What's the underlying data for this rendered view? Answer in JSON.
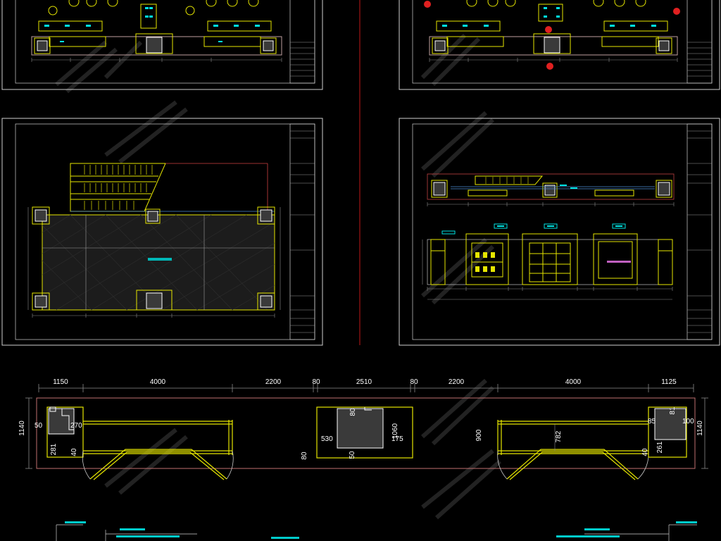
{
  "colors": {
    "background": "#000000",
    "frame": "#e8e8e8",
    "wall": "#e6e600",
    "fixture": "#00e5e5",
    "accent_red": "#e02020",
    "dim_line": "#8a8a8a",
    "dim_text": "#ffffff",
    "fill_gray": "#3a3a3a",
    "watermark": "#2a2a2a"
  },
  "sheets": [
    {
      "id": "plan-top-left",
      "kind": "counter-plan"
    },
    {
      "id": "plan-top-right",
      "kind": "counter-plan"
    },
    {
      "id": "plan-mid-left",
      "kind": "escalator-floor-plan"
    },
    {
      "id": "plan-mid-right",
      "kind": "elevation"
    }
  ],
  "main_plan": {
    "top_dimensions": [
      "1150",
      "4000",
      "2200",
      "80",
      "2510",
      "80",
      "2200",
      "4000",
      "1125"
    ],
    "left_dimension": "1140",
    "right_dimension": "1140",
    "left_column_labels": [
      "50",
      "270",
      "281",
      "40"
    ],
    "center_column_labels": [
      "80",
      "530",
      "1060",
      "175",
      "50",
      "80"
    ],
    "center_height_labels": [
      "900",
      "782"
    ],
    "right_column_labels": [
      "81",
      "85",
      "100",
      "261",
      "40"
    ]
  }
}
